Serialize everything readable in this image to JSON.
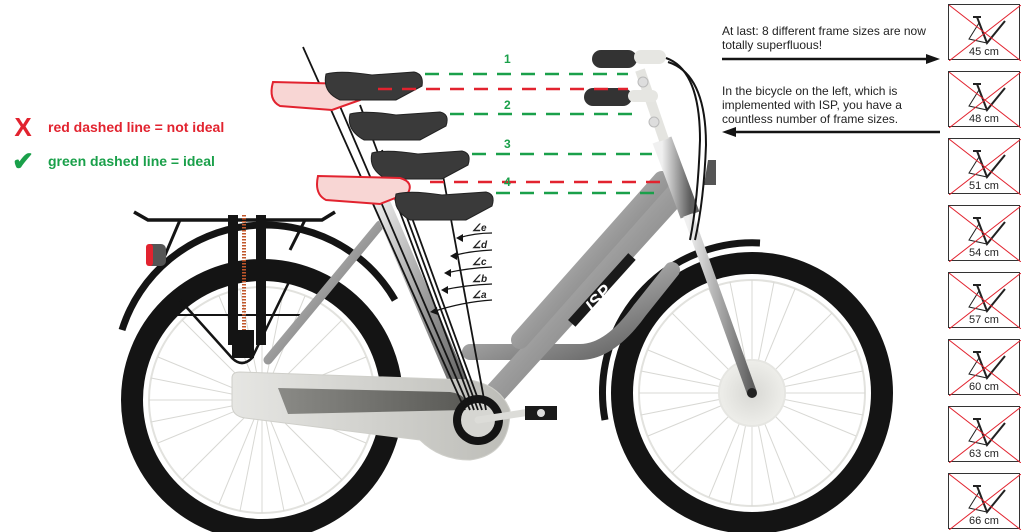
{
  "legend": {
    "not_ideal": {
      "icon": "x-mark-icon",
      "symbol": "X",
      "text": "red dashed line = not ideal",
      "color": "#e2232f"
    },
    "ideal": {
      "icon": "check-mark-icon",
      "symbol": "✔",
      "text": "green dashed line = ideal",
      "color": "#1aa04a"
    }
  },
  "notes": {
    "top": "At last: 8 different frame sizes are now totally superfluous!",
    "bottom": "In the bicycle on the left, which is implemented with ISP, you have a countless number of frame sizes."
  },
  "saddle_positions": [
    "1",
    "2",
    "3",
    "4"
  ],
  "angles": [
    "∠e",
    "∠d",
    "∠c",
    "∠b",
    "∠a"
  ],
  "frame_logo": "ISP",
  "frame_sizes": [
    "45 cm",
    "48 cm",
    "51 cm",
    "54 cm",
    "57 cm",
    "60 cm",
    "63 cm",
    "66 cm"
  ],
  "colors": {
    "red": "#e2232f",
    "green": "#1aa04a",
    "tire": "#141414",
    "saddle": "#3a3a3a",
    "red_saddle_fill": "#f8d6d4"
  }
}
